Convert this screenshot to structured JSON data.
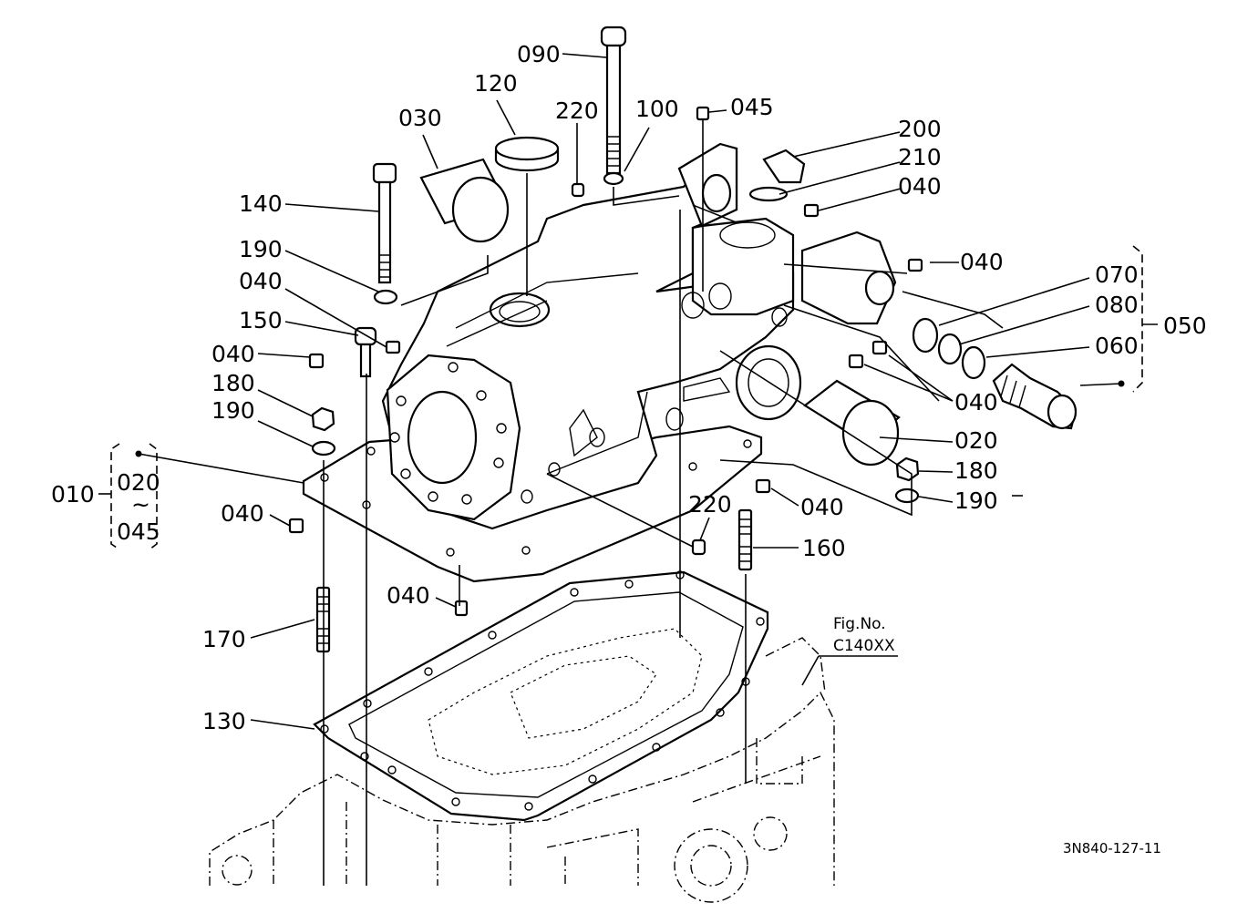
{
  "diagram": {
    "callouts": [
      {
        "id": "c090",
        "text": "090"
      },
      {
        "id": "c120",
        "text": "120"
      },
      {
        "id": "c220a",
        "text": "220"
      },
      {
        "id": "c100",
        "text": "100"
      },
      {
        "id": "c045top",
        "text": "045"
      },
      {
        "id": "c030",
        "text": "030"
      },
      {
        "id": "c200",
        "text": "200"
      },
      {
        "id": "c210",
        "text": "210"
      },
      {
        "id": "c040a",
        "text": "040"
      },
      {
        "id": "c140",
        "text": "140"
      },
      {
        "id": "c190a",
        "text": "190"
      },
      {
        "id": "c040b",
        "text": "040"
      },
      {
        "id": "c040c",
        "text": "040"
      },
      {
        "id": "c150",
        "text": "150"
      },
      {
        "id": "c040d",
        "text": "040"
      },
      {
        "id": "c180a",
        "text": "180"
      },
      {
        "id": "c190b",
        "text": "190"
      },
      {
        "id": "c070",
        "text": "070"
      },
      {
        "id": "c080",
        "text": "080"
      },
      {
        "id": "c050",
        "text": "050"
      },
      {
        "id": "c060",
        "text": "060"
      },
      {
        "id": "c040e",
        "text": "040"
      },
      {
        "id": "c020",
        "text": "020"
      },
      {
        "id": "c180b",
        "text": "180"
      },
      {
        "id": "c190c",
        "text": "190"
      },
      {
        "id": "c040f",
        "text": "040"
      },
      {
        "id": "c040g",
        "text": "040"
      },
      {
        "id": "c220b",
        "text": "220"
      },
      {
        "id": "c160",
        "text": "160"
      },
      {
        "id": "c040h",
        "text": "040"
      },
      {
        "id": "c170",
        "text": "170"
      },
      {
        "id": "c130",
        "text": "130"
      }
    ],
    "assembly_group": {
      "label": "010",
      "range_start": "020",
      "range_sep": "~",
      "range_end": "045"
    },
    "fig_ref": {
      "line1": "Fig.No.",
      "line2": "C140XX"
    },
    "drawing_number": "3N840-127-11"
  }
}
